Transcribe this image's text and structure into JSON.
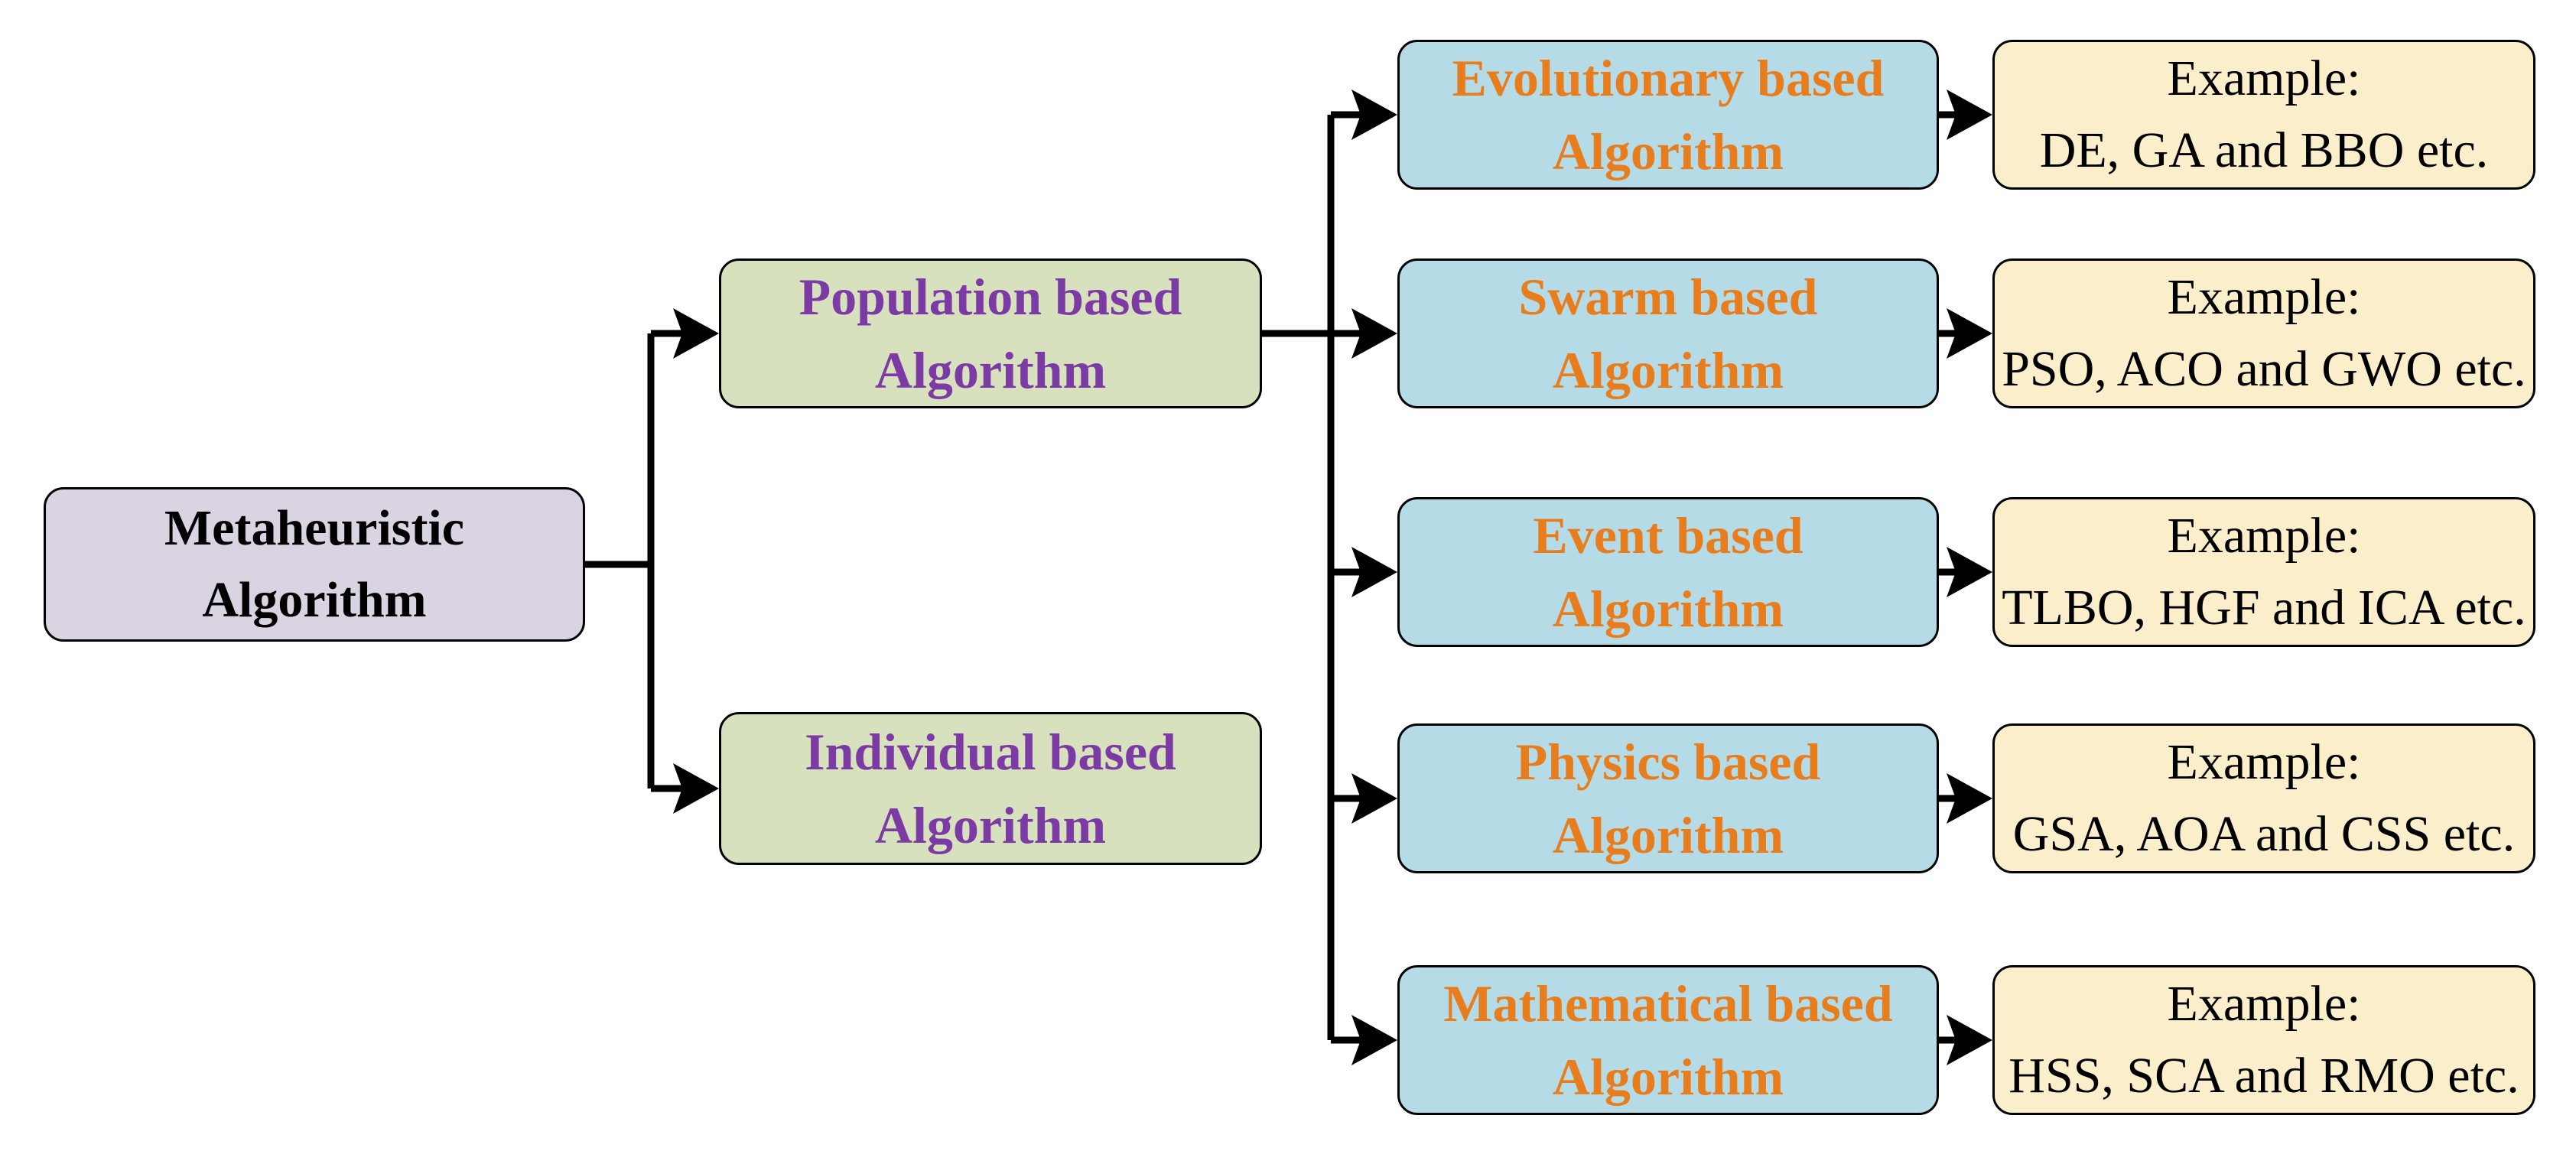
{
  "diagram": {
    "root": {
      "line1": "Metaheuristic",
      "line2": "Algorithm"
    },
    "groups": [
      {
        "line1": "Population based",
        "line2": "Algorithm"
      },
      {
        "line1": "Individual based",
        "line2": "Algorithm"
      }
    ],
    "categories": [
      {
        "line1": "Evolutionary based",
        "line2": "Algorithm",
        "example_line1": "Example:",
        "example_line2": "DE, GA and BBO etc."
      },
      {
        "line1": "Swarm based",
        "line2": "Algorithm",
        "example_line1": "Example:",
        "example_line2": "PSO, ACO and GWO etc."
      },
      {
        "line1": "Event based",
        "line2": "Algorithm",
        "example_line1": "Example:",
        "example_line2": "TLBO, HGF and ICA etc."
      },
      {
        "line1": "Physics based",
        "line2": "Algorithm",
        "example_line1": "Example:",
        "example_line2": "GSA, AOA and CSS etc."
      },
      {
        "line1": "Mathematical based",
        "line2": "Algorithm",
        "example_line1": "Example:",
        "example_line2": "HSS, SCA and RMO etc."
      }
    ],
    "colors": {
      "root_fill": "#d9d3e2",
      "group_fill": "#d7e1bd",
      "category_fill": "#b5dbe6",
      "example_fill": "#fbeecb",
      "group_text": "#7b3aa4",
      "category_text": "#e87d1e",
      "root_text": "#000000",
      "example_text": "#000000",
      "connector": "#000000"
    }
  }
}
